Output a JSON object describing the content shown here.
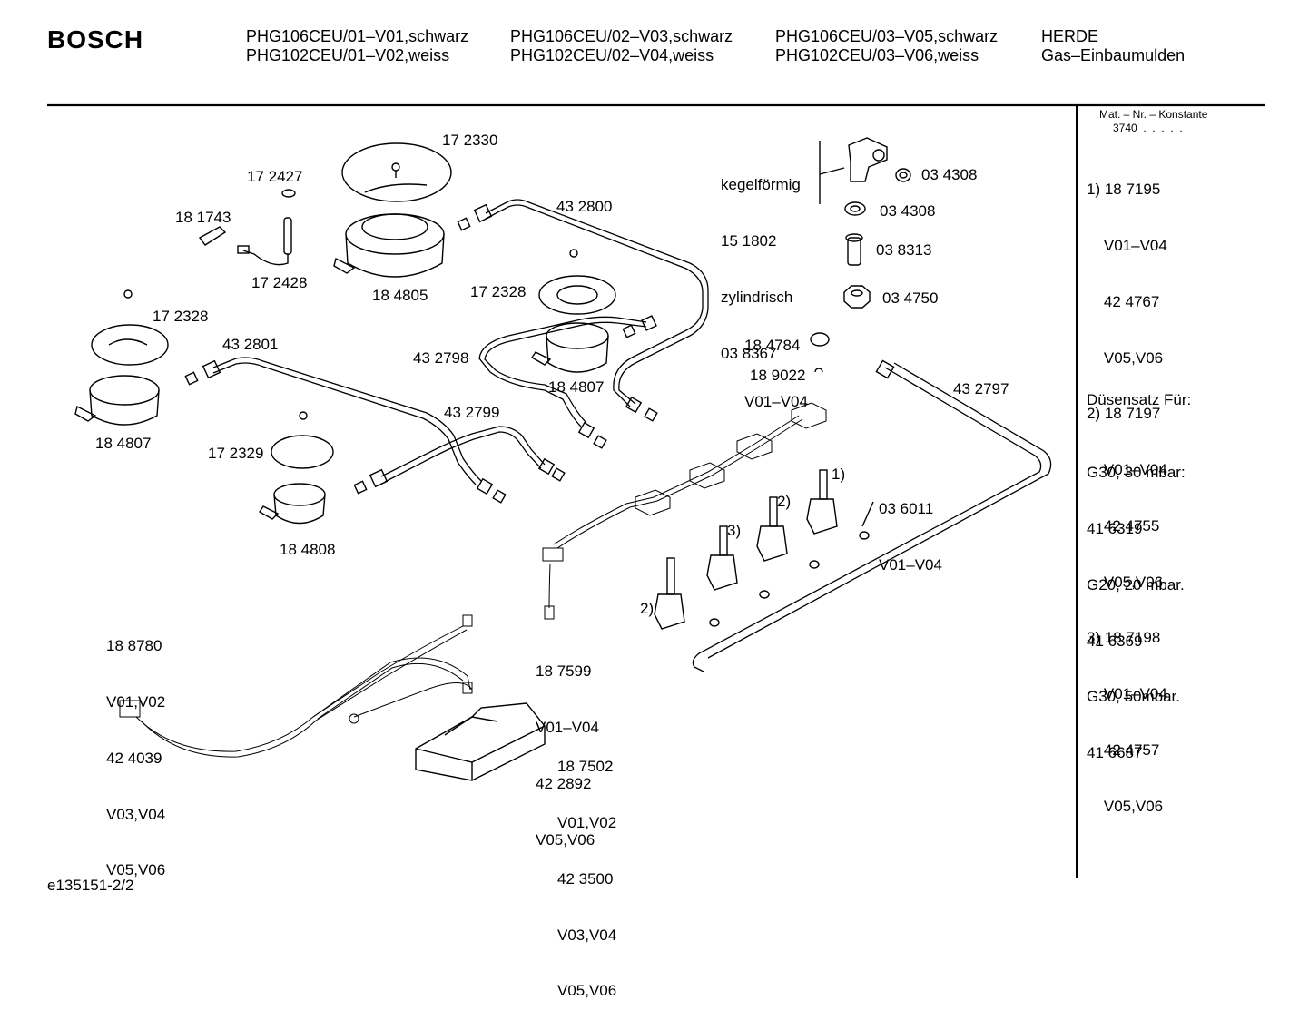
{
  "header": {
    "brand": "BOSCH",
    "models_col1": [
      "PHG106CEU/01–V01,schwarz",
      "PHG102CEU/01–V02,weiss"
    ],
    "models_col2": [
      "PHG106CEU/02–V03,schwarz",
      "PHG102CEU/02–V04,weiss"
    ],
    "models_col3": [
      "PHG106CEU/03–V05,schwarz",
      "PHG102CEU/03–V06,weiss"
    ],
    "category": [
      "HERDE",
      "Gas–Einbaumulden"
    ]
  },
  "sidebar": {
    "mat_title": "Mat. – Nr. – Konstante",
    "mat_const": "3740  .  .  .  .  .",
    "notes": [
      [
        "1) 18 7195",
        "    V01–V04",
        "    42 4767",
        "    V05,V06"
      ],
      [
        "2) 18 7197",
        "    V01–V04",
        "    42 4755",
        "    V05,V06"
      ],
      [
        "3) 18 7198",
        "    V01–V04",
        "    42 4757",
        "    V05,V06"
      ]
    ],
    "nozzle_title": "Düsensatz Für:",
    "nozzles": [
      "G30, 30 mbar:",
      "41 6319",
      "G20, 20 mbar.",
      "41 6369",
      "G30, 50mbar.",
      "41 6687"
    ]
  },
  "parts": {
    "p172330": "17 2330",
    "p172427": "17 2427",
    "p181743": "18 1743",
    "p172428": "17 2428",
    "p184805": "18 4805",
    "p432800": "43 2800",
    "p172328a": "17 2328",
    "p172328b": "17 2328",
    "p432801": "43 2801",
    "p184807a": "18 4807",
    "p432798": "43 2798",
    "p184807b": "18 4807",
    "p432799": "43 2799",
    "p172329": "17 2329",
    "p184808": "18 4808",
    "kegel": [
      "kegelförmig",
      "15 1802",
      "zylindrisch",
      "03 8367"
    ],
    "p034308a": "03 4308",
    "p034308b": "03 4308",
    "p038313": "03 8313",
    "p034750": "03 4750",
    "p184784": [
      "18 4784",
      "V01–V04"
    ],
    "p189022": "18 9022",
    "p432797": "43 2797",
    "p036011": [
      "03 6011",
      "V01–V04"
    ],
    "m1": "1)",
    "m2a": "2)",
    "m3": "3)",
    "m2b": "2)",
    "p188780": [
      "18 8780",
      "V01,V02",
      "42 4039",
      "V03,V04",
      "V05,V06"
    ],
    "p187599": [
      "18 7599",
      "V01–V04",
      "42 2892",
      "V05,V06"
    ],
    "p187502": [
      "18 7502",
      "V01,V02",
      "42 3500",
      "V03,V04",
      "V05,V06"
    ]
  },
  "footer": "e135151-2/2"
}
